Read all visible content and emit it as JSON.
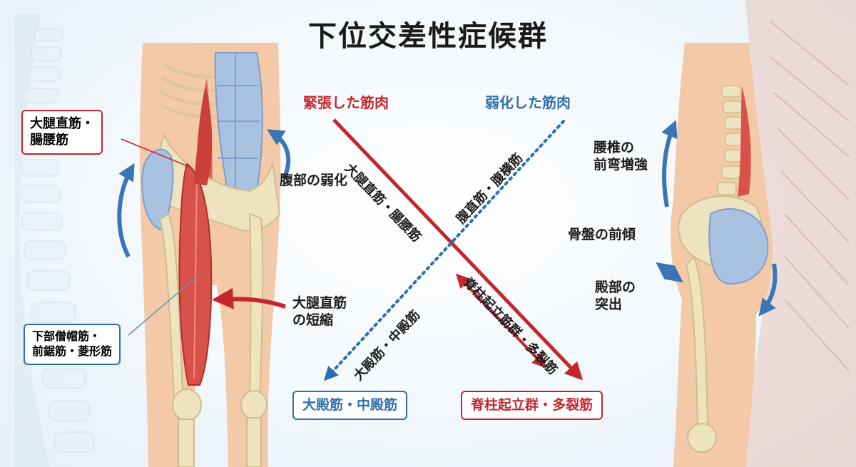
{
  "title": "下位交差性症候群",
  "header": {
    "tight_label": "緊張した筋肉",
    "weak_label": "弱化した筋肉"
  },
  "lines": {
    "tight_line_text_1": "大腿直筋・腸腰筋",
    "tight_line_text_2": "脊柱起立筋群・多裂筋",
    "weak_line_text_1": "腹直筋・腹横筋",
    "weak_line_text_2": "大殿筋・中殿筋"
  },
  "left_figure": {
    "callout_top_line1": "大腿直筋・",
    "callout_top_line2": "腸腰筋",
    "callout_bottom_line1": "下部僧帽筋・",
    "callout_bottom_line2": "前鋸筋・菱形筋",
    "abdominal_label": "腹部の弱化",
    "rectus_short_line1": "大腿直筋",
    "rectus_short_line2": "の短縮"
  },
  "right_figure": {
    "lumbar_line1": "腰椎の",
    "lumbar_line2": "前弯増強",
    "pelvis_label": "骨盤の前傾",
    "gluteal_line1": "殿部の",
    "gluteal_line2": "突出"
  },
  "bottom_boxes": {
    "weak_box": "大殿筋・中殿筋",
    "tight_box": "脊柱起立群・多裂筋"
  },
  "colors": {
    "tight": "#c4262e",
    "weak": "#2e6fae",
    "skin": "#f4c9a8",
    "bone": "#efe3bf",
    "muscle_red": "#d9524a",
    "muscle_blue": "#a9c2e2"
  }
}
